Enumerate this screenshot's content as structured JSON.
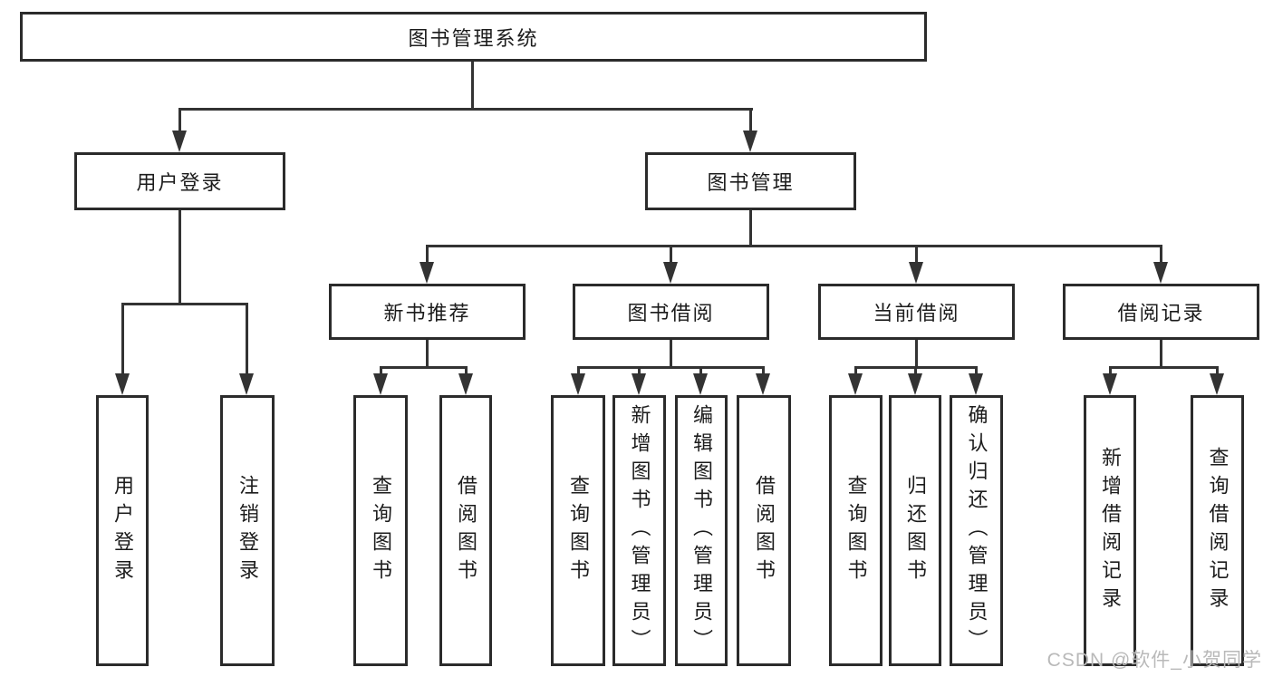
{
  "tree": {
    "label": "图书管理系统",
    "children": [
      {
        "label": "用户登录",
        "children": [
          {
            "label": "用户登录"
          },
          {
            "label": "注销登录"
          }
        ]
      },
      {
        "label": "图书管理",
        "children": [
          {
            "label": "新书推荐",
            "children": [
              {
                "label": "查询图书"
              },
              {
                "label": "借阅图书"
              }
            ]
          },
          {
            "label": "图书借阅",
            "children": [
              {
                "label": "查询图书"
              },
              {
                "label": "新增图书（管理员）"
              },
              {
                "label": "编辑图书（管理员）"
              },
              {
                "label": "借阅图书"
              }
            ]
          },
          {
            "label": "当前借阅",
            "children": [
              {
                "label": "查询图书"
              },
              {
                "label": "归还图书"
              },
              {
                "label": "确认归还（管理员）"
              }
            ]
          },
          {
            "label": "借阅记录",
            "children": [
              {
                "label": "新增借阅记录"
              },
              {
                "label": "查询借阅记录"
              }
            ]
          }
        ]
      }
    ]
  },
  "watermark": {
    "text": "CSDN @软件_小贺同学"
  },
  "colors": {
    "line": "#333333",
    "border": "#2b2b2b",
    "text": "#1c1c1c",
    "background": "#ffffff",
    "watermark": "#b9b9b9"
  }
}
